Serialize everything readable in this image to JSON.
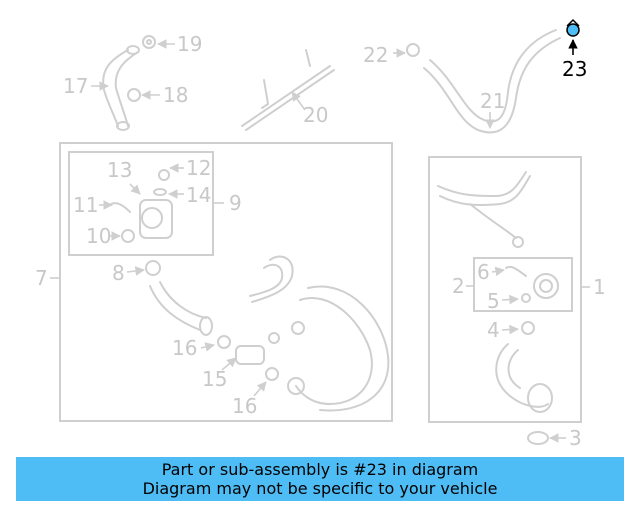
{
  "callouts": {
    "n1": "1",
    "n2": "2",
    "n3": "3",
    "n4": "4",
    "n5": "5",
    "n6": "6",
    "n7": "7",
    "n8": "8",
    "n9": "9",
    "n10": "10",
    "n11": "11",
    "n12": "12",
    "n13": "13",
    "n14": "14",
    "n15": "15",
    "n16a": "16",
    "n16b": "16",
    "n17": "17",
    "n18": "18",
    "n19": "19",
    "n20": "20",
    "n21": "21",
    "n22": "22",
    "n23": "23"
  },
  "highlight": {
    "part_number": "23",
    "color": "#4fbdf5"
  },
  "banner": {
    "line1": "Part or sub-assembly is #23 in diagram",
    "line2": "Diagram may not be specific to your vehicle",
    "background": "#4fbdf5"
  }
}
